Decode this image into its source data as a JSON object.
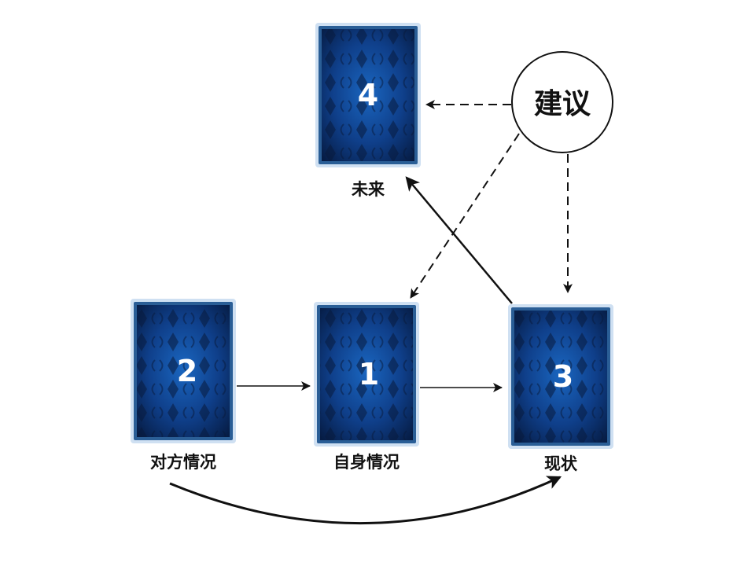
{
  "cards": {
    "future": {
      "number": "4",
      "label": "未来"
    },
    "other": {
      "number": "2",
      "label": "对方情况"
    },
    "self": {
      "number": "1",
      "label": "自身情况"
    },
    "status": {
      "number": "3",
      "label": "现状"
    }
  },
  "advice": {
    "label": "建议"
  },
  "colors": {
    "card_border": "#cfe0f2",
    "card_frame": "#2a5e96",
    "card_core": "#1a66c0",
    "card_dark": "#061c44",
    "line": "#111111"
  }
}
